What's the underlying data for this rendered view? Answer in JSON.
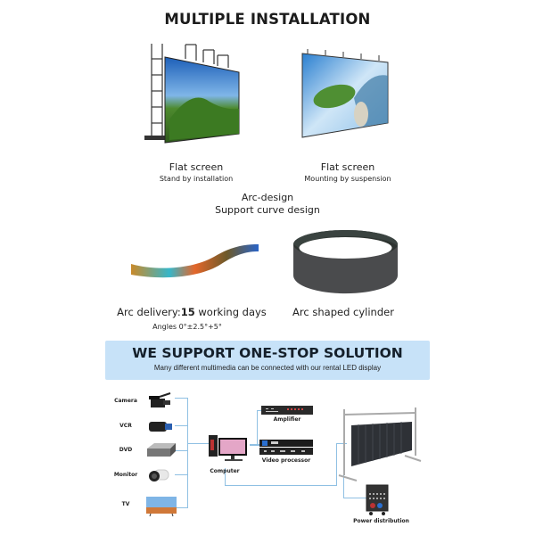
{
  "header": {
    "title": "MULTIPLE INSTALLATION"
  },
  "installations": [
    {
      "title": "Flat screen",
      "subtitle": "Stand by installation",
      "icon": "led-wall-stand-icon"
    },
    {
      "title": "Flat screen",
      "subtitle": "Mounting by suspension",
      "icon": "led-wall-hanging-icon"
    }
  ],
  "arc_section": {
    "title": "Arc-design",
    "subtitle": "Support curve design"
  },
  "arc_items": [
    {
      "title_prefix": "Arc delivery:",
      "title_bold": "15",
      "title_suffix": " working days",
      "subtitle": "Angles 0°±2.5°+5°",
      "icon": "curved-panel-icon"
    },
    {
      "title": "Arc shaped cylinder",
      "icon": "cylinder-screen-icon"
    }
  ],
  "banner": {
    "title": "WE SUPPORT ONE-STOP SOLUTION",
    "subtitle": "Many different multimedia can be connected with our rental LED display",
    "bg_color": "#c7e2f8"
  },
  "diagram": {
    "sources": [
      {
        "label": "Camera",
        "icon": "camera-icon"
      },
      {
        "label": "VCR",
        "icon": "camcorder-icon"
      },
      {
        "label": "DVD",
        "icon": "dvd-player-icon"
      },
      {
        "label": "Monitor",
        "icon": "security-camera-icon"
      },
      {
        "label": "TV",
        "icon": "tv-icon"
      }
    ],
    "computer": {
      "label": "Computer",
      "icon": "computer-icon"
    },
    "amplifier": {
      "label": "Amplifier",
      "icon": "amplifier-icon"
    },
    "video_processor": {
      "label": "Video processor",
      "icon": "video-processor-icon"
    },
    "led_display": {
      "icon": "truss-led-screen-icon"
    },
    "power": {
      "label": "Power distribution",
      "icon": "power-distribution-icon"
    },
    "line_color": "#8fc0e3"
  }
}
